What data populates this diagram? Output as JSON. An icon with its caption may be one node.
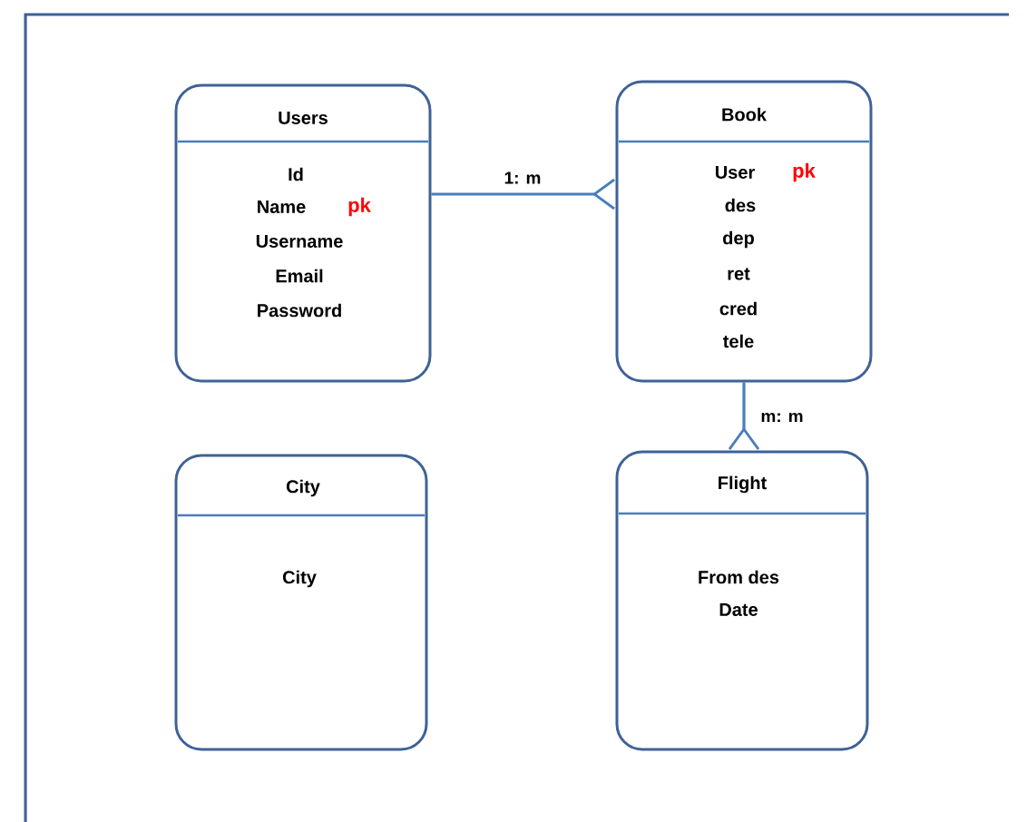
{
  "diagram": {
    "nodes": [
      {
        "text": [
          "Users",
          "Id",
          "Name",
          "pk",
          "Username",
          "Email",
          "Password"
        ]
      },
      {
        "text": [
          "Book",
          "User",
          "pk",
          "des",
          "dep",
          "ret",
          "cred",
          "tele"
        ]
      },
      {
        "text": [
          "City",
          "City"
        ]
      },
      {
        "text": [
          "Flight",
          "From des",
          "Date"
        ]
      }
    ],
    "edges": [
      {
        "from": 0,
        "to": 1,
        "arrow": "other",
        "label": "1: m"
      },
      {
        "from": 1,
        "to": 3,
        "arrow": "other",
        "label": "m: m"
      }
    ]
  }
}
